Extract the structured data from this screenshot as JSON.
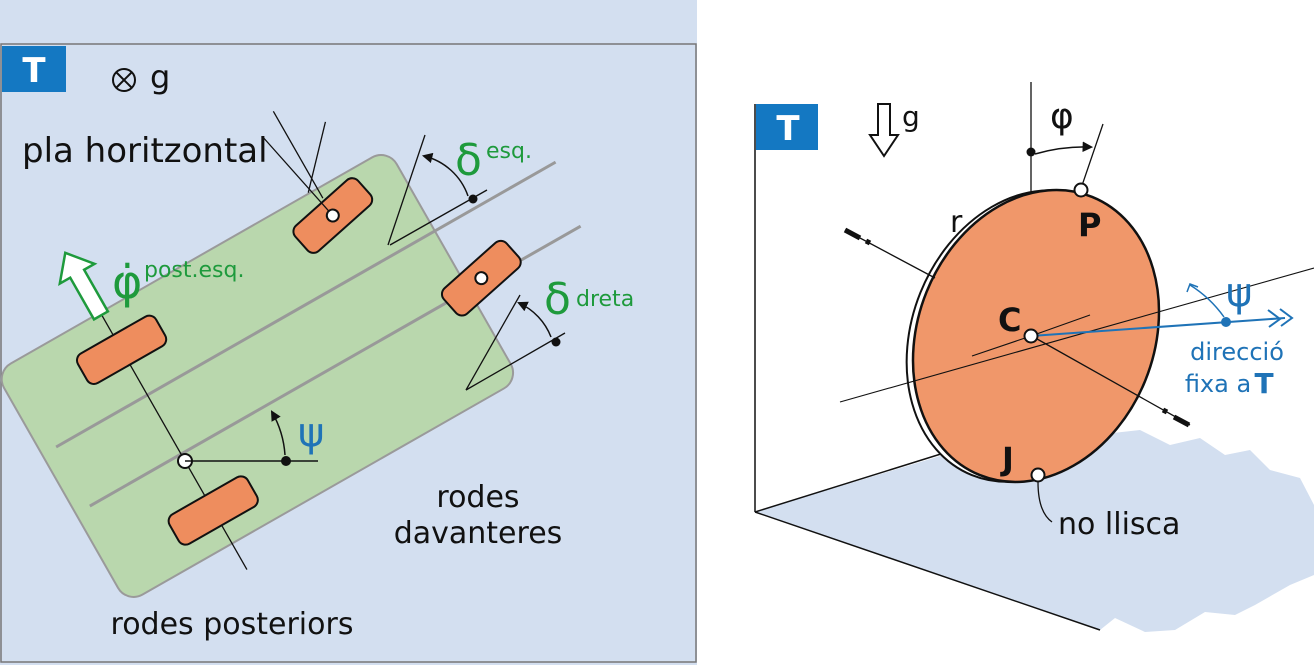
{
  "colors": {
    "panel_bg": "#d3dff0",
    "car_body": "#b9d7ad",
    "wheel": "#ee8d5e",
    "disk": "#f0976a",
    "frame_blue": "#1478c2",
    "label_green": "#1e9a3c",
    "label_blue": "#1f73b7"
  },
  "left": {
    "frame_label": "T",
    "gravity_symbol": "⊗",
    "gravity_label": "g",
    "title": "pla horitzontal",
    "delta_symbol": "δ",
    "delta_left_sup": "esq.",
    "delta_right_sup": "dreta",
    "phi_dot_symbol": "φ̇",
    "phi_dot_sup": "post.esq.",
    "psi_symbol": "ψ",
    "front_wheels_line1": "rodes",
    "front_wheels_line2": "davanteres",
    "rear_wheels": "rodes posteriors"
  },
  "right": {
    "frame_label": "T",
    "gravity_label": "g",
    "phi_symbol": "φ",
    "radius_label": "r",
    "point_p": "P",
    "point_c": "C",
    "point_j": "J",
    "psi_symbol": "ψ",
    "direction_line1": "direcció",
    "direction_line2_prefix": "fixa a",
    "direction_line2_frame": "T",
    "no_slip": "no llisca"
  }
}
